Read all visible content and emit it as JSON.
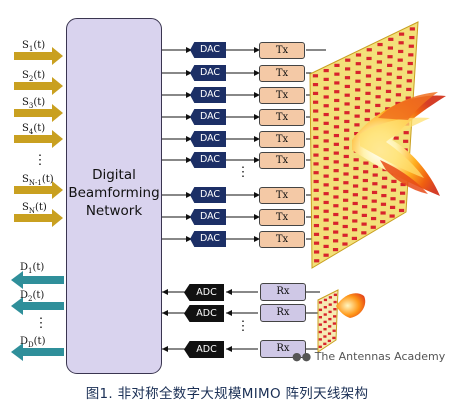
{
  "network": {
    "label": "Digital\nBeamforming\nNetwork"
  },
  "inputs": [
    {
      "sym": "S",
      "sub": "1",
      "arg": "(t)"
    },
    {
      "sym": "S",
      "sub": "2",
      "arg": "(t)"
    },
    {
      "sym": "S",
      "sub": "3",
      "arg": "(t)"
    },
    {
      "sym": "S",
      "sub": "4",
      "arg": "(t)"
    },
    {
      "sym": "S",
      "sub": "N-1",
      "arg": "(t)"
    },
    {
      "sym": "S",
      "sub": "N",
      "arg": "(t)"
    }
  ],
  "outputs": [
    {
      "sym": "D",
      "sub": "1",
      "arg": "(t)"
    },
    {
      "sym": "D",
      "sub": "2",
      "arg": "(t)"
    },
    {
      "sym": "D",
      "sub": "D",
      "arg": "(t)"
    }
  ],
  "tx_chain": {
    "dac_label": "DAC",
    "tx_label": "Tx",
    "count": 9
  },
  "rx_chain": {
    "adc_label": "ADC",
    "rx_label": "Rx",
    "count": 3
  },
  "ellipsis": "⋮",
  "watermark": "The Antennas Academy",
  "caption": "图1. 非对称全数字大规模MIMO 阵列天线架构",
  "colors": {
    "network_fill": "#d9d3ee",
    "dac_fill": "#1c2f66",
    "tx_fill": "#f4c9a6",
    "rx_fill": "#cfc8e6",
    "input_arrow": "#c9a020",
    "output_arrow": "#2f8f9a",
    "array_fill": "#f3e07a",
    "element": "#d8242c"
  }
}
